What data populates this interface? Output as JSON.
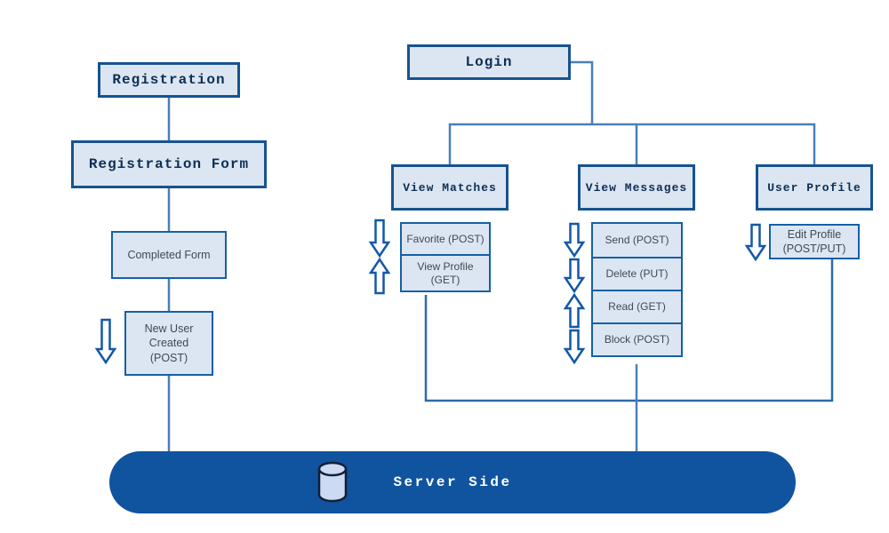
{
  "nodes": {
    "registration": "Registration",
    "registration_form": "Registration Form",
    "completed_form": "Completed Form",
    "new_user_created": "New User Created (POST)",
    "login": "Login",
    "view_matches": "View Matches",
    "view_messages": "View Messages",
    "user_profile": "User Profile"
  },
  "actions": {
    "matches": [
      "Favorite (POST)",
      "View Profile (GET)"
    ],
    "messages": [
      "Send (POST)",
      "Delete (PUT)",
      "Read (GET)",
      "Block (POST)"
    ],
    "profile": [
      "Edit Profile (POST/PUT)"
    ]
  },
  "flow_arrows": {
    "new_user": [
      "down"
    ],
    "matches": [
      "down",
      "up"
    ],
    "messages": [
      "down",
      "down",
      "up",
      "down"
    ],
    "profile": [
      "down"
    ]
  },
  "server": {
    "label": "Server Side",
    "icon": "database-cylinder-icon"
  },
  "colors": {
    "node_fill": "#dce6f2",
    "title_border": "#17538f",
    "action_border": "#1560a8",
    "connector": "#4b7fb9",
    "bottom_rail": "#2f6ba9",
    "arrow_outline": "#1359a8",
    "server_fill": "#10539e",
    "title_text": "#0c2f55",
    "body_text": "#3f4a54",
    "server_text": "#ffffff"
  }
}
